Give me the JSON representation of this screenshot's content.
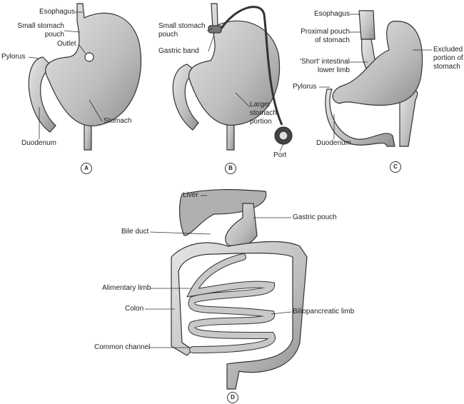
{
  "panel_a": {
    "letter": "A",
    "labels": {
      "esophagus": "Esophagus",
      "small_pouch": "Small stomach pouch",
      "outlet": "Outlet",
      "pylorus": "Pylorus",
      "duodenum": "Duodenum",
      "stomach": "Stomach"
    }
  },
  "panel_b": {
    "letter": "B",
    "labels": {
      "small_pouch": "Small stomach pouch",
      "gastric_band": "Gastric band",
      "larger_portion": "Larger stomach portion",
      "port": "Port"
    }
  },
  "panel_c": {
    "letter": "C",
    "labels": {
      "esophagus": "Esophagus",
      "proximal_pouch": "Proximal pouch of stomach",
      "short_limb": "'Short' intestinal lower limb",
      "excluded": "Excluded portion of stomach",
      "pylorus": "Pylorus",
      "duodenum": "Duodenum"
    }
  },
  "panel_d": {
    "letter": "D",
    "labels": {
      "liver": "Liver",
      "gastric_pouch": "Gastric pouch",
      "bile_duct": "Bile duct",
      "alimentary_limb": "Alimentary limb",
      "colon": "Colon",
      "biliopancreatic_limb": "Biliopancreatic limb",
      "common_channel": "Common channel"
    }
  }
}
